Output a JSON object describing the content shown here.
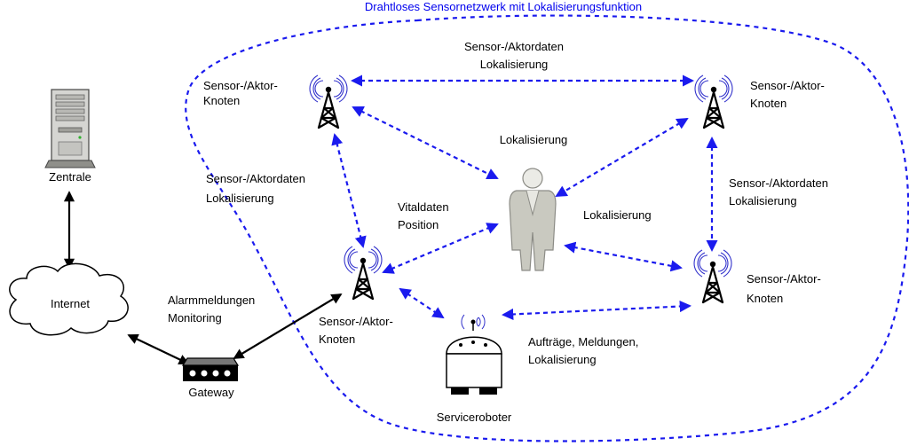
{
  "title": "Drahtloses Sensornetzwerk mit Lokalisierungsfunktion",
  "colors": {
    "boundary": "#1a1aee",
    "wireless_link": "#1a1aee",
    "wired_link": "#000000",
    "tower": "#000000",
    "radio_waves": "#3333cc",
    "person": "#c9c9c0"
  },
  "nodes": {
    "zentrale": {
      "label": "Zentrale",
      "icon": "server-tower-icon"
    },
    "internet": {
      "label": "Internet",
      "icon": "cloud-icon"
    },
    "gateway": {
      "label": "Gateway",
      "icon": "router-icon"
    },
    "sensor_top_left": {
      "label_line1": "Sensor-/Aktor-",
      "label_line2": "Knoten",
      "icon": "antenna-tower-icon"
    },
    "sensor_top_right": {
      "label_line1": "Sensor-/Aktor-",
      "label_line2": "Knoten",
      "icon": "antenna-tower-icon"
    },
    "sensor_bottom_left": {
      "label_line1": "Sensor-/Aktor-",
      "label_line2": "Knoten",
      "icon": "antenna-tower-icon"
    },
    "sensor_bottom_right": {
      "label_line1": "Sensor-/Aktor-",
      "label_line2": "Knoten",
      "icon": "antenna-tower-icon"
    },
    "person": {
      "icon": "person-icon"
    },
    "robot": {
      "label": "Serviceroboter",
      "icon": "robot-icon"
    }
  },
  "edges": {
    "top": {
      "line1": "Sensor-/Aktordaten",
      "line2": "Lokalisierung"
    },
    "left": {
      "line1": "Sensor-/Aktordaten",
      "line2": "Lokalisierung"
    },
    "right": {
      "line1": "Sensor-/Aktordaten",
      "line2": "Lokalisierung"
    },
    "tl_person": {
      "text": "Lokalisierung"
    },
    "tr_person": {
      "text": "Lokalisierung"
    },
    "bl_person": {
      "line1": "Vitaldaten",
      "line2": "Position"
    },
    "gateway_bl": {
      "line1": "Alarmmeldungen",
      "line2": "Monitoring"
    },
    "robot_br": {
      "line1": "Aufträge, Meldungen,",
      "line2": "Lokalisierung"
    }
  }
}
